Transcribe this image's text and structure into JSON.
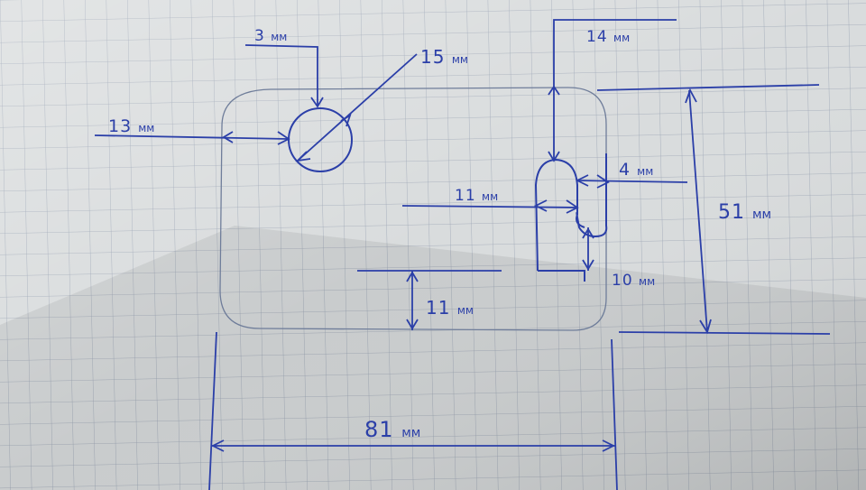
{
  "paper": {
    "background": "#d9dcdd",
    "grid_color": "#9aa4b4",
    "ink_color": "#2b3fa8",
    "pencil_color": "#6f7d9a"
  },
  "dimensions": {
    "margin_top": {
      "value": "3",
      "unit": "мм"
    },
    "hole_diameter": {
      "value": "15",
      "unit": "мм"
    },
    "margin_left": {
      "value": "13",
      "unit": "мм"
    },
    "slot_top": {
      "value": "14",
      "unit": "мм"
    },
    "slot_width": {
      "value": "4",
      "unit": "мм"
    },
    "slot_offset": {
      "value": "11",
      "unit": "мм"
    },
    "slot_bottom": {
      "value": "10",
      "unit": "мм"
    },
    "margin_bottom": {
      "value": "11",
      "unit": "мм"
    },
    "total_height": {
      "value": "51",
      "unit": "мм"
    },
    "total_width": {
      "value": "81",
      "unit": "мм"
    }
  }
}
